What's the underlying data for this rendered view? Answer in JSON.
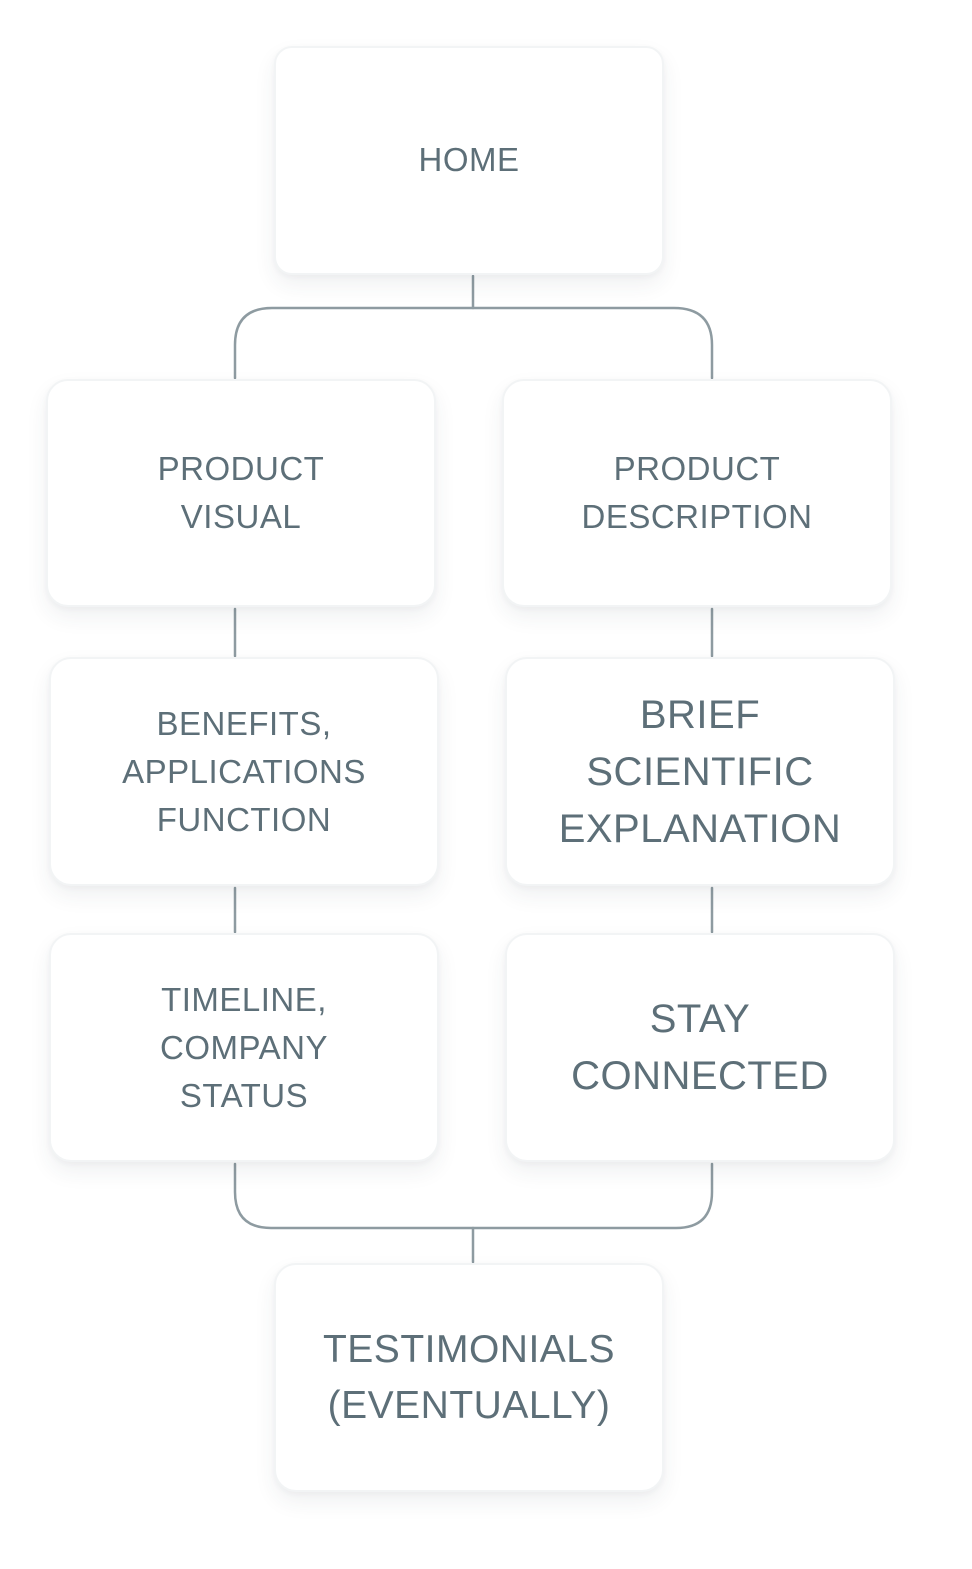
{
  "diagram": {
    "nodes": {
      "home": "HOME",
      "product_visual": "PRODUCT\nVISUAL",
      "product_description": "PRODUCT\nDESCRIPTION",
      "benefits": "BENEFITS,\nAPPLICATIONS\nFUNCTION",
      "brief_scientific": "BRIEF\nSCIENTIFIC\nEXPLANATION",
      "timeline": "TIMELINE,\nCOMPANY\nSTATUS",
      "stay_connected": "STAY\nCONNECTED",
      "testimonials": "TESTIMONIALS\n(EVENTUALLY)"
    },
    "colors": {
      "text": "#5d6f78",
      "connector": "#8e9ba1",
      "node_border": "#f2f4f5",
      "background": "#ffffff"
    }
  }
}
